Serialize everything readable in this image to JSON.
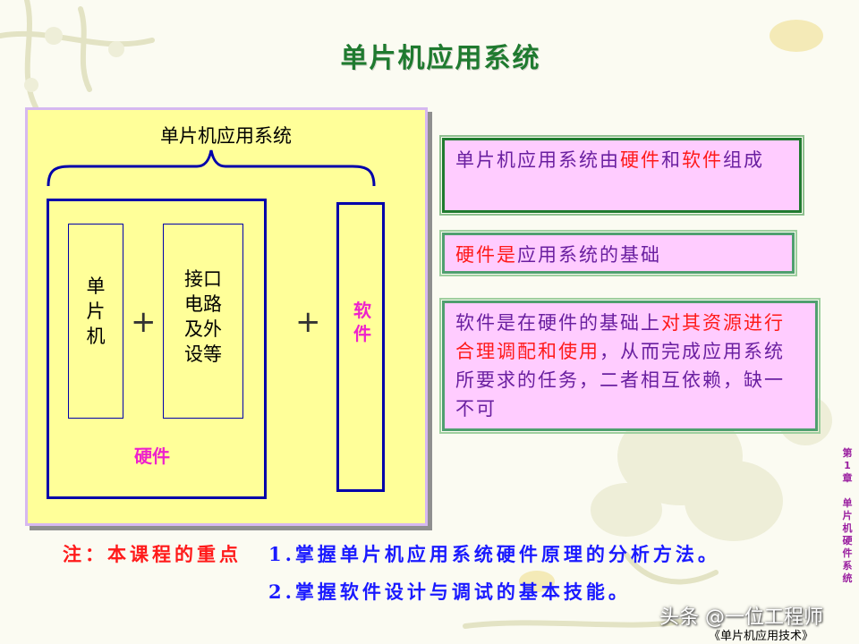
{
  "title": "单片机应用系统",
  "diagram": {
    "system_label": "单片机应用系统",
    "mcu_lines": [
      "单",
      "片",
      "机"
    ],
    "periph_lines": [
      "接口",
      "电路",
      "及外",
      "设等"
    ],
    "plus": "+",
    "hardware_label": "硬件",
    "software_lines": [
      "软",
      "件"
    ]
  },
  "info": {
    "box1": {
      "p1": "单片机应用系统由",
      "p2": "硬件",
      "p3": "和",
      "p4": "软件",
      "p5": "组成"
    },
    "box2": {
      "p1": "硬件是",
      "p2": "应用系统的基础"
    },
    "box3": {
      "p1": "软件是在硬件的基础上",
      "p2": "对其资源进行合理调配和使用",
      "p3": "，从而完成应用系统所要求的任务，二者相互依赖，缺一不可"
    }
  },
  "note": {
    "label": "注：本课程的重点",
    "line1": "1.掌握单片机应用系统硬件原理的分析方法。",
    "line2": "2.掌握软件设计与调试的基本技能。"
  },
  "side_chapter": [
    "第",
    "1",
    "章",
    "",
    "单",
    "片",
    "机",
    "硬",
    "件",
    "系",
    "统"
  ],
  "watermark": "头条 @一位工程师",
  "book_title": "《单片机应用技术》",
  "colors": {
    "title": "#1f7a2f",
    "panel": "#ffff99",
    "box_border": "#0000aa",
    "accent_pink": "#ee22cc",
    "info_bg": "#ffccff",
    "info_text": "#6a1fa0",
    "red": "#ff1a1a",
    "note_blue": "#1a1aff"
  }
}
